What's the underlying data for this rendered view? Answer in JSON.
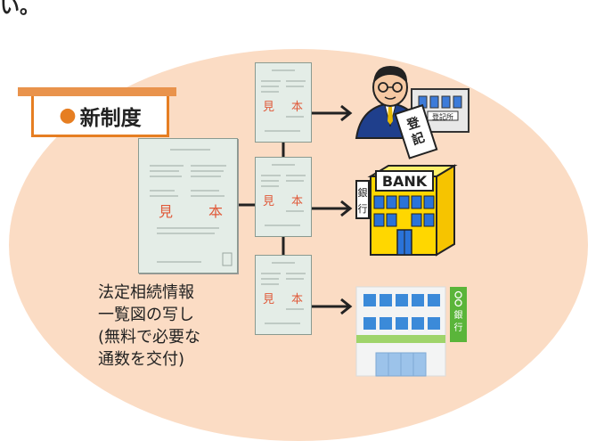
{
  "header_fragment": "い。",
  "banner_label": "新制度",
  "banner_marker": "●",
  "document_stamp": [
    "見",
    "本"
  ],
  "caption_lines": [
    "法定相続情報",
    "一覧図の写し",
    "(無料で必要な",
    "通数を交付)"
  ],
  "bank_sign": "BANK",
  "ginko_sign": "銀行",
  "registry_sign": "登記所",
  "touki_label": "登記",
  "bank2_sign": "〇〇銀行"
}
